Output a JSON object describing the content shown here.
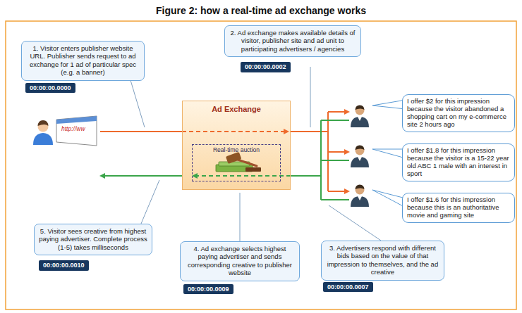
{
  "diagram": {
    "title": "Figure 2: how a real-time ad exchange works",
    "nodes": [
      {
        "text": [
          "1. Visitor enters publisher website URL. Publisher sends request to ad exchange for 1 ad of particular spec (e.g. a banner)"
        ]
      },
      {
        "text": [
          "00:00:00.0000"
        ],
        "in": 0
      },
      {
        "text": [
          "2. Ad exchange makes available details of visitor, publisher site and ad unit to participating advertisers / agencies"
        ]
      },
      {
        "text": [
          "00:00:00.0002"
        ],
        "in": 2
      },
      {
        "text": [
          "Ad Exchange"
        ]
      },
      {
        "text": [
          "Real-time auction"
        ],
        "in": 4
      },
      {
        "text": [
          "I offer $2 for this impression because the visitor abandoned a shopping cart on my e-commerce site 2 hours ago"
        ]
      },
      {
        "text": [
          "I offer $1.8 for this impression because the visitor is a 15-22 year old ABC 1 male with an interest in sport"
        ]
      },
      {
        "text": [
          "I offer $1.6 for this impression because this is an authoritative movie and gaming site"
        ]
      },
      {
        "text": [
          "5. Visitor sees creative from highest paying advertiser. Complete process (1-5) takes milliseconds"
        ]
      },
      {
        "text": [
          "00:00:00.0010"
        ],
        "in": 9
      },
      {
        "text": [
          "4. Ad exchange selects highest paying advertiser and sends corresponding creative to publisher website"
        ]
      },
      {
        "text": [
          "00:00:00.0009"
        ],
        "in": 11
      },
      {
        "text": [
          "3. Advertisers respond with different bids based on the value of that impression to themselves, and the ad creative"
        ]
      },
      {
        "text": [
          "00:00:00.0007"
        ],
        "in": 13
      }
    ],
    "labels": [
      "http://ww"
    ]
  }
}
